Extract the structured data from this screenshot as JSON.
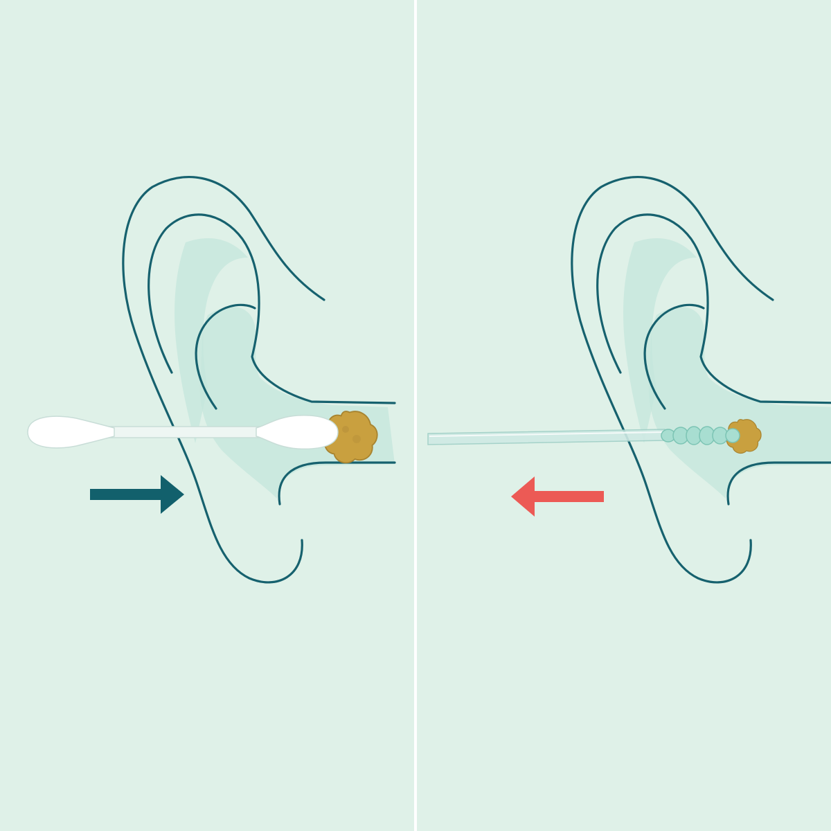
{
  "colors": {
    "background": "#dff1e8",
    "ear_outline": "#16616e",
    "ear_shadow": "#c4e6dc",
    "divider": "#ffffff",
    "earwax": "#c9a03f",
    "earwax_dark": "#9e7a25",
    "cotton_swab": "#ffffff",
    "swab_stick": "#eef6f3",
    "spiral_tip": "#a8ded1",
    "clear_stick": "#cfeae4",
    "arrow_push": "#12606c",
    "arrow_pull": "#ec5a55"
  },
  "panels": [
    {
      "id": "left",
      "tool": "cotton-swab",
      "arrow_direction": "right",
      "arrow_color_key": "arrow_push"
    },
    {
      "id": "right",
      "tool": "spiral-ear-cleaner",
      "arrow_direction": "left",
      "arrow_color_key": "arrow_pull"
    }
  ],
  "icons": [
    "ear-outline-icon",
    "earwax-icon",
    "cotton-swab-icon",
    "spiral-cleaner-icon",
    "arrow-right-icon",
    "arrow-left-icon"
  ]
}
